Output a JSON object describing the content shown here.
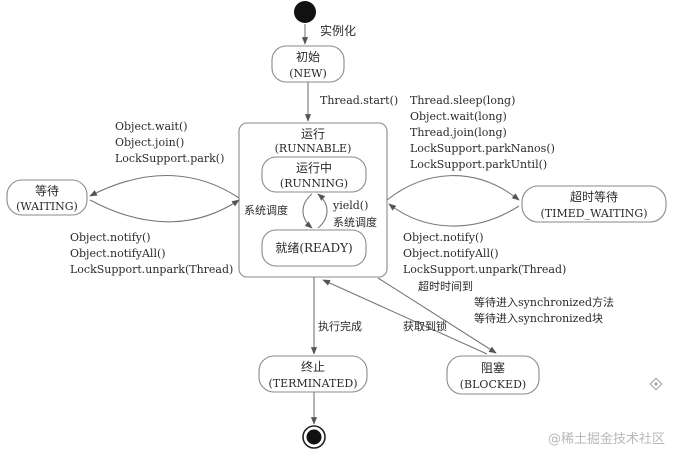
{
  "states": {
    "new": {
      "name": "初始",
      "en": "(NEW)"
    },
    "runnable": {
      "name": "运行",
      "en": "(RUNNABLE)"
    },
    "running": {
      "name": "运行中",
      "en": "(RUNNING)"
    },
    "ready": {
      "name": "就绪(READY)"
    },
    "waiting": {
      "name": "等待",
      "en": "(WAITING)"
    },
    "timed_waiting": {
      "name": "超时等待",
      "en": "(TIMED_WAITING)"
    },
    "terminated": {
      "name": "终止",
      "en": "(TERMINATED)"
    },
    "blocked": {
      "name": "阻塞",
      "en": "(BLOCKED)"
    }
  },
  "transitions": {
    "instantiate": "实例化",
    "thread_start": "Thread.start()",
    "to_waiting": [
      "Object.wait()",
      "Object.join()",
      "LockSupport.park()"
    ],
    "from_waiting": [
      "Object.notify()",
      "Object.notifyAll()",
      "LockSupport.unpark(Thread)"
    ],
    "to_timed": [
      "Thread.sleep(long)",
      "Object.wait(long)",
      "Thread.join(long)",
      "LockSupport.parkNanos()",
      "LockSupport.parkUntil()"
    ],
    "from_timed": [
      "Object.notify()",
      "Object.notifyAll()",
      "LockSupport.unpark(Thread)"
    ],
    "timeout": "超时时间到",
    "sched_left": "系统调度",
    "yield": "yield()",
    "sched_right": "系统调度",
    "finish": "执行完成",
    "acquire_lock": "获取到锁",
    "enter_sync": [
      "等待进入synchronized方法",
      "等待进入synchronized块"
    ]
  },
  "watermark": "@稀土掘金技术社区"
}
